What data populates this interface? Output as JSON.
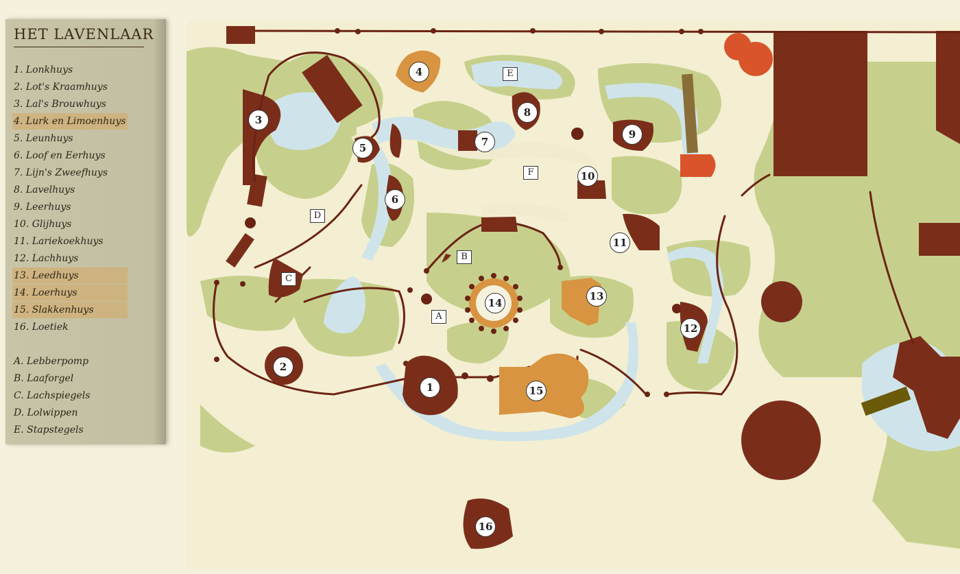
{
  "legend": {
    "title": "HET LAVENLAAR",
    "items": [
      {
        "text": "1.  Lonkhuys"
      },
      {
        "text": "2.  Lot's Kraamhuys"
      },
      {
        "text": "3.  Lal's Brouwhuys"
      },
      {
        "text": "4.  Lurk en Limoenhuys"
      },
      {
        "text": "5.  Leunhuys"
      },
      {
        "text": "6.  Loof en Eerhuys"
      },
      {
        "text": "7.  Lijn's Zweefhuys"
      },
      {
        "text": "8.  Lavelhuys"
      },
      {
        "text": "9.  Leerhuys"
      },
      {
        "text": "10. Glijhuys"
      },
      {
        "text": "11. Lariekoekhuys"
      },
      {
        "text": "12. Lachhuys"
      },
      {
        "text": "13. Leedhuys"
      },
      {
        "text": "14. Loerhuys"
      },
      {
        "text": "15. Slakkenhuys"
      },
      {
        "text": "16. Loetiek"
      },
      {
        "text": "A.  Lebberpomp"
      },
      {
        "text": "B.  Laaforgel"
      },
      {
        "text": "C.  Lachspiegels"
      },
      {
        "text": "D.  Lolwippen"
      },
      {
        "text": "E.  Stapstegels"
      }
    ],
    "highlighted": [
      "4",
      "13",
      "14",
      "15"
    ]
  },
  "map": {
    "numbers": [
      "1",
      "2",
      "3",
      "4",
      "5",
      "6",
      "7",
      "8",
      "9",
      "10",
      "11",
      "12",
      "13",
      "14",
      "15",
      "16"
    ],
    "letters": [
      "A",
      "B",
      "C",
      "D",
      "E",
      "F"
    ]
  },
  "colors": {
    "building": "#7a2e1a",
    "building_highlight": "#d89440",
    "orange_building": "#d9542a",
    "grass": "#c6d08c",
    "water": "#cfe4ea",
    "path": "#6b2314",
    "background": "#f4efd2",
    "legend_highlight": "#d6a862"
  }
}
